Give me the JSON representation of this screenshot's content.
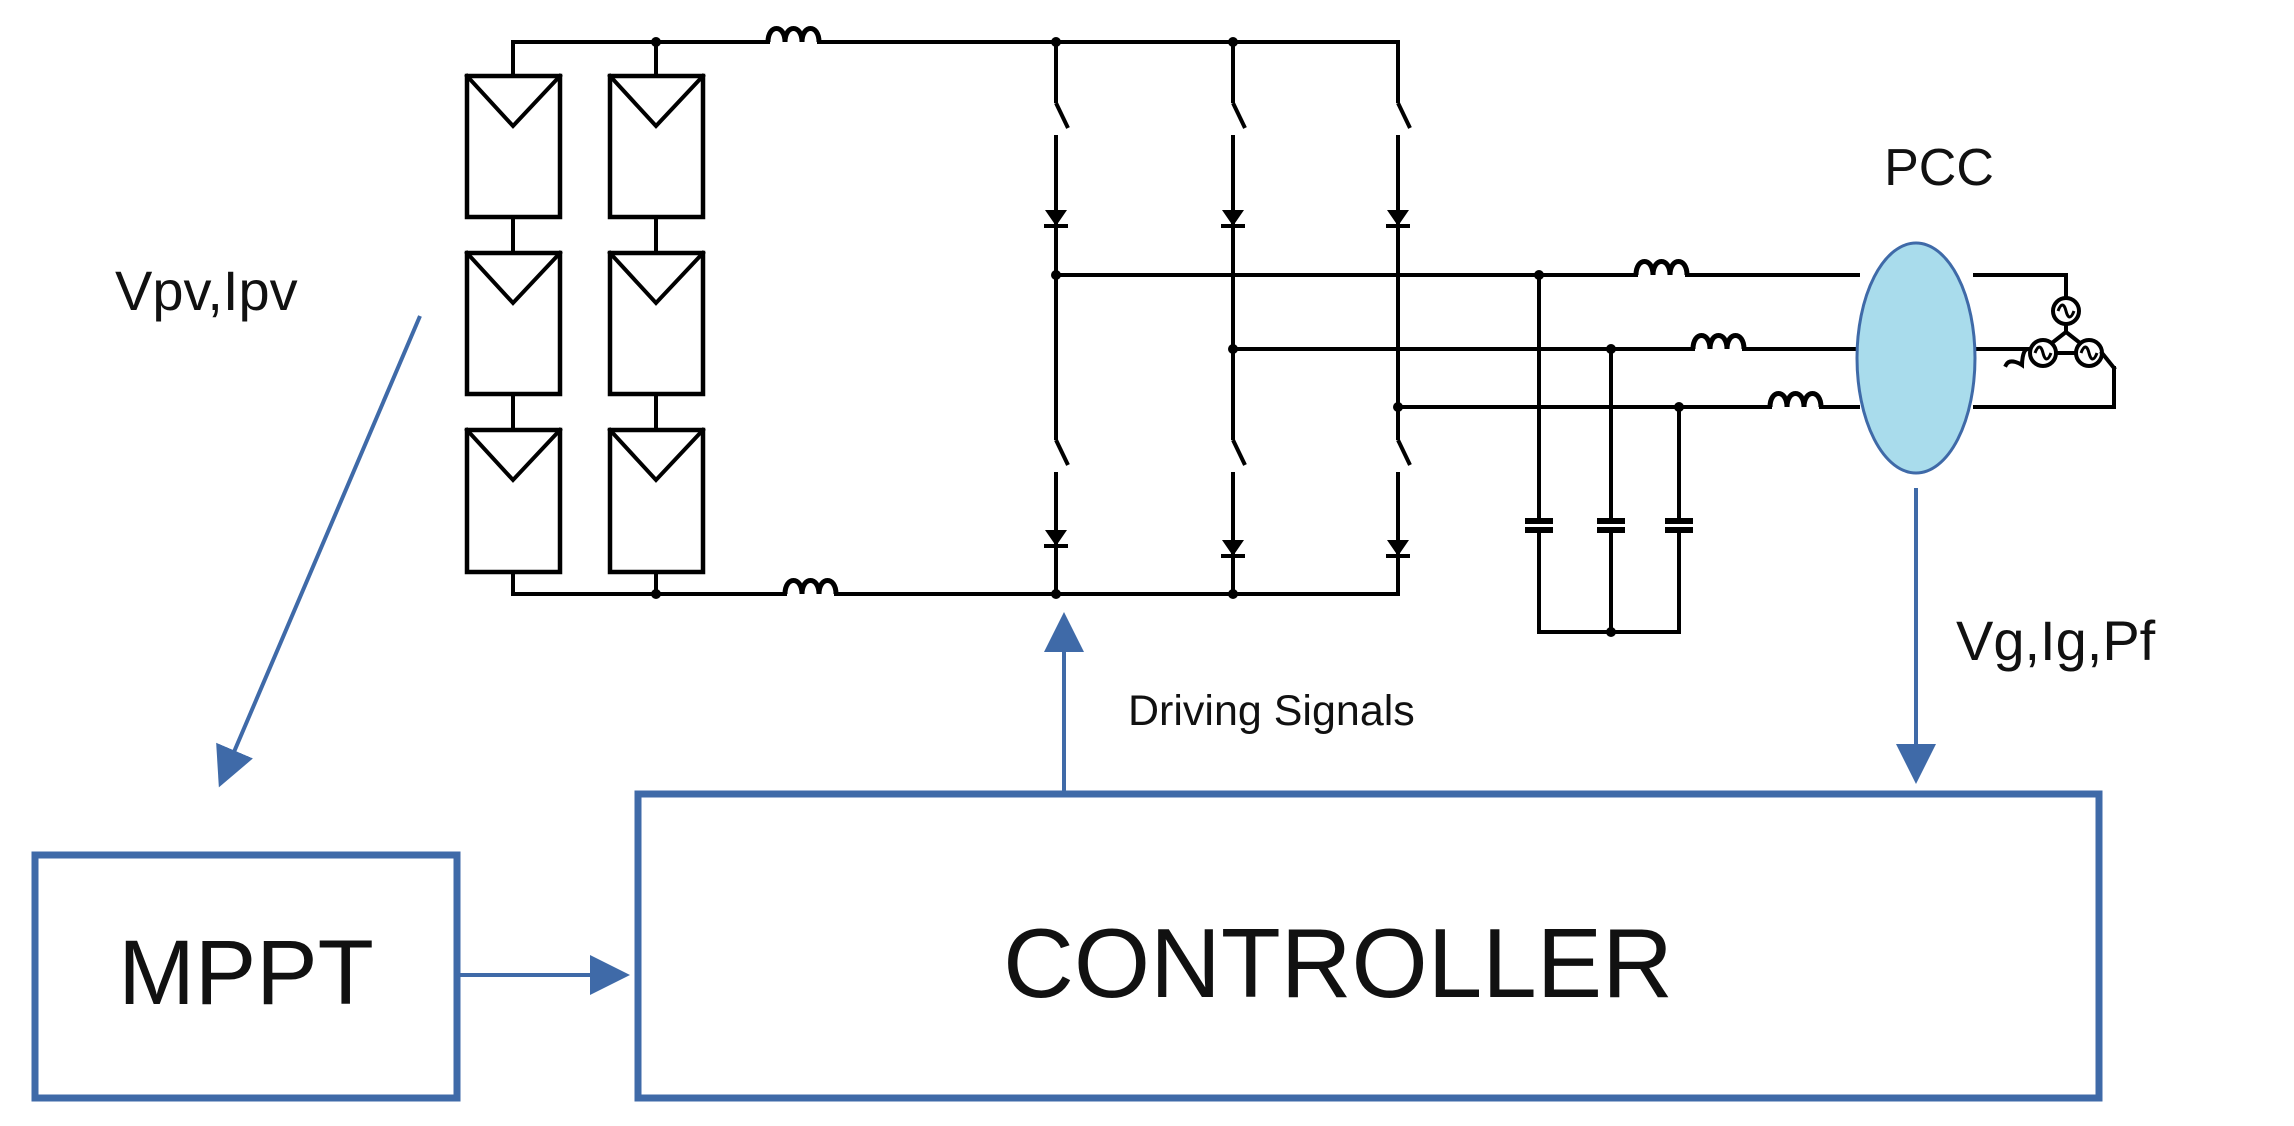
{
  "labels": {
    "pv_signals": "Vpv,Ipv",
    "pcc": "PCC",
    "grid_signals": "Vg,Ig,Pf",
    "driving_signals": "Driving Signals"
  },
  "blocks": {
    "mppt": "MPPT",
    "controller": "CONTROLLER"
  },
  "colors": {
    "signal_blue": "#3f6aa8",
    "pcc_fill": "#a9dcec",
    "wire": "#000000"
  }
}
